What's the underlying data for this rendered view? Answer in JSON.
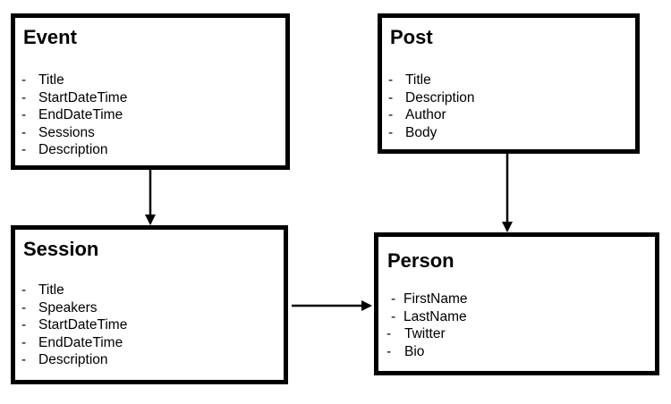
{
  "entities": {
    "event": {
      "title": "Event",
      "fields": [
        "Title",
        "StartDateTime",
        "EndDateTime",
        "Sessions",
        "Description"
      ]
    },
    "post": {
      "title": "Post",
      "fields": [
        "Title",
        "Description",
        "Author",
        "Body"
      ]
    },
    "session": {
      "title": "Session",
      "fields": [
        "Title",
        "Speakers",
        "StartDateTime",
        "EndDateTime",
        "Description"
      ]
    },
    "person": {
      "title": "Person",
      "fields": [
        "FirstName",
        "LastName",
        "Twitter",
        "Bio"
      ]
    }
  },
  "list_marker": "-",
  "colors": {
    "stroke": "#000000",
    "background": "#ffffff"
  }
}
